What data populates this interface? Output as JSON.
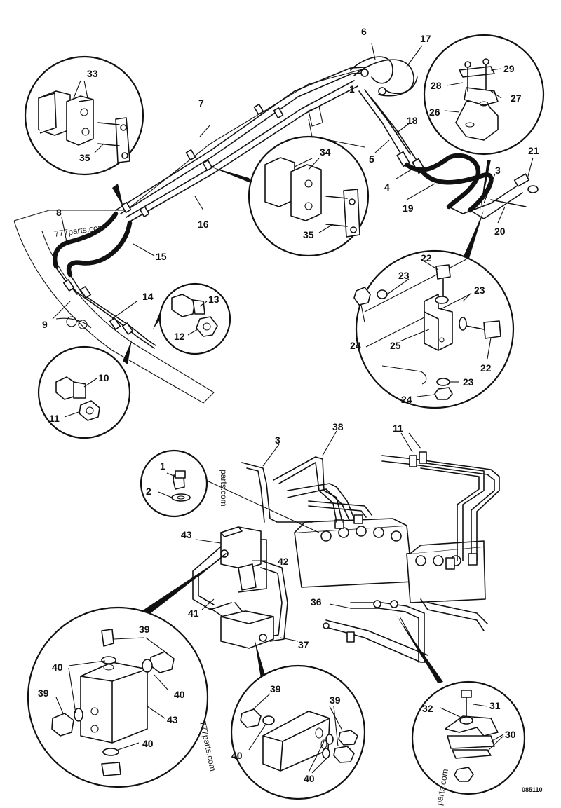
{
  "labels": {
    "l1": "1",
    "l1b": "1",
    "l2": "2",
    "l3": "3",
    "l3b": "3",
    "l4": "4",
    "l5": "5",
    "l6": "6",
    "l7": "7",
    "l8": "8",
    "l9": "9",
    "l10": "10",
    "l11": "11",
    "l11b": "11",
    "l12": "12",
    "l13": "13",
    "l14": "14",
    "l15": "15",
    "l16": "16",
    "l17": "17",
    "l18": "18",
    "l19": "19",
    "l20": "20",
    "l21": "21",
    "l22": "22",
    "l22b": "22",
    "l23": "23",
    "l23b": "23",
    "l23c": "23",
    "l24": "24",
    "l24b": "24",
    "l25": "25",
    "l26": "26",
    "l27": "27",
    "l28": "28",
    "l29": "29",
    "l30": "30",
    "l31": "31",
    "l32": "32",
    "l33": "33",
    "l34": "34",
    "l35": "35",
    "l35b": "35",
    "l36": "36",
    "l37": "37",
    "l38": "38",
    "l39": "39",
    "l39b": "39",
    "l39c": "39",
    "l39d": "39",
    "l40": "40",
    "l40b": "40",
    "l40c": "40",
    "l40d": "40",
    "l40e": "40",
    "l41": "41",
    "l42": "42",
    "l43": "43",
    "l43b": "43"
  },
  "watermarks": {
    "w1": "777parts.com",
    "w2": "parts.com",
    "w3": "777parts.com",
    "w4": "parts.com"
  },
  "drawing_ref": "085110"
}
